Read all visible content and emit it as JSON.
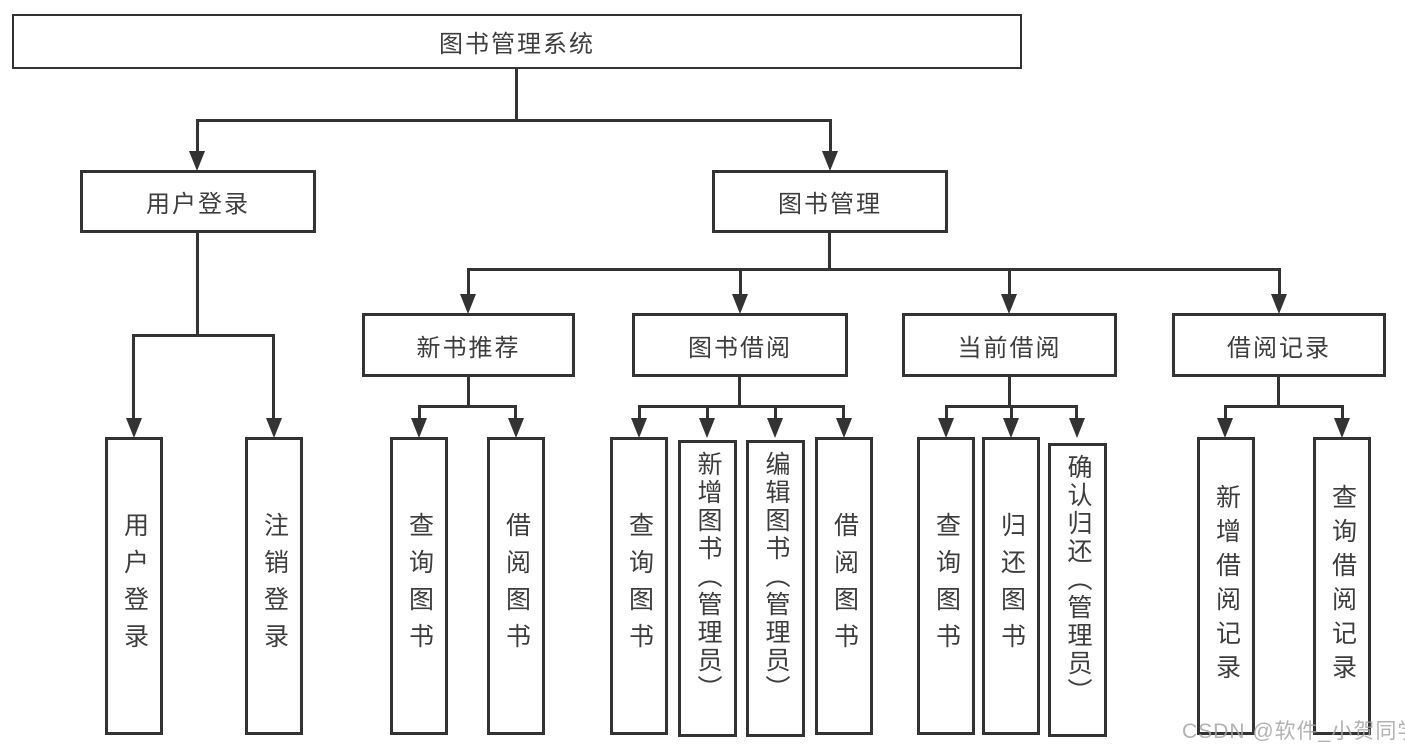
{
  "tree": {
    "label": "图书管理系统",
    "children": [
      {
        "label": "用户登录",
        "children": [
          {
            "label": "用户登录"
          },
          {
            "label": "注销登录"
          }
        ]
      },
      {
        "label": "图书管理",
        "children": [
          {
            "label": "新书推荐",
            "children": [
              {
                "label": "查询图书"
              },
              {
                "label": "借阅图书"
              }
            ]
          },
          {
            "label": "图书借阅",
            "children": [
              {
                "label": "查询图书"
              },
              {
                "label": "新增图书（管理员）"
              },
              {
                "label": "编辑图书（管理员）"
              },
              {
                "label": "借阅图书"
              }
            ]
          },
          {
            "label": "当前借阅",
            "children": [
              {
                "label": "查询图书"
              },
              {
                "label": "归还图书"
              },
              {
                "label": "确认归还（管理员）"
              }
            ]
          },
          {
            "label": "借阅记录",
            "children": [
              {
                "label": "新增借阅记录"
              },
              {
                "label": "查询借阅记录"
              }
            ]
          }
        ]
      }
    ]
  },
  "watermark": "CSDN @软件_小贺同学",
  "colors": {
    "line": "#333333",
    "text": "#3d3d3d",
    "background": "#ffffff",
    "watermark": "#a5a5a5"
  }
}
